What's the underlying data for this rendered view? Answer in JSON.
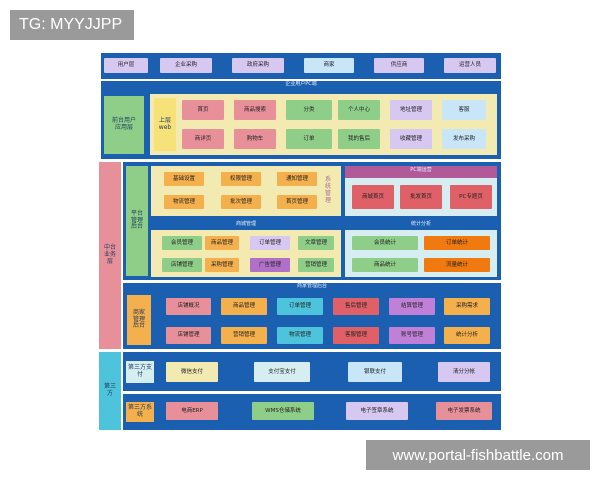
{
  "watermark_top": "TG: MYYJJPP",
  "watermark_bottom": "www.portal-fishbattle.com",
  "colors": {
    "band": "#1a5fb0",
    "inner_yellow": "#f2eab0",
    "inner_light": "#d6eef2",
    "middle_platform_label": "#e8909a",
    "third_party_label": "#4dc3dc",
    "side_green": "#8fce88"
  },
  "user_layer": {
    "items": [
      "用户层",
      "企业采购",
      "政府采购",
      "商家",
      "供应商",
      "运营人员"
    ]
  },
  "frontend": {
    "title": "企业用户PC端",
    "label": "前台用户应用层",
    "sub_label": "上层web",
    "row1": [
      "首页",
      "商品搜索",
      "分类",
      "个人中心",
      "地址管理",
      "客服"
    ],
    "row2": [
      "商详页",
      "购物车",
      "订单",
      "我的售后",
      "收藏管理",
      "发布采购"
    ]
  },
  "middle_label": "中台业务层",
  "platform": {
    "label": "平台管理后台",
    "system": {
      "label": "系统管理",
      "row1": [
        "基础设置",
        "权限管理",
        "通知管理"
      ],
      "row2": [
        "物流管理",
        "批次管理",
        "首页管理"
      ]
    },
    "pc_ops": {
      "title": "PC端运营",
      "items": [
        "商城首页",
        "批发首页",
        "PC专题页"
      ]
    },
    "mall": {
      "title": "商城管理",
      "row1": [
        "会员管理",
        "商品管理",
        "订单管理",
        "文章管理"
      ],
      "row2": [
        "店铺管理",
        "采购管理",
        "广告管理",
        "营销管理"
      ]
    },
    "stats": {
      "title": "统计分析",
      "row1": [
        "会员统计",
        "订单统计"
      ],
      "row2": [
        "商品统计",
        "流量统计"
      ]
    }
  },
  "merchant": {
    "title": "商家管理后台",
    "label": "商家管理后台",
    "row1": [
      "店铺概况",
      "商品管理",
      "订单管理",
      "售后管理",
      "结算管理",
      "采购需求"
    ],
    "row2": [
      "店铺管理",
      "营销管理",
      "物流管理",
      "客服管理",
      "账号管理",
      "统计分析"
    ]
  },
  "third_label": "第三方",
  "payments": {
    "label": "第三方支付",
    "items": [
      "微信支付",
      "支付宝支付",
      "银联支付",
      "清分分帐"
    ]
  },
  "systems": {
    "label": "第三方系统",
    "items": [
      "电商ERP",
      "WMS仓储系统",
      "电子签章系统",
      "电子发票系统"
    ]
  }
}
